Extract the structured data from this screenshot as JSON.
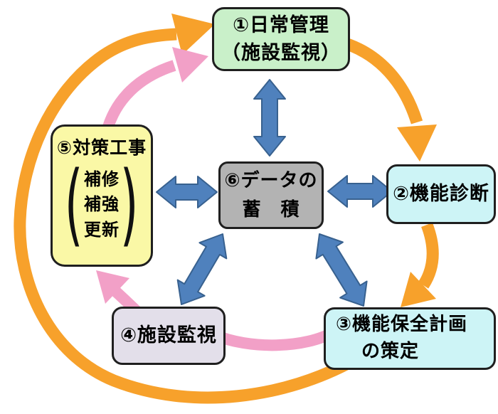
{
  "diagram": {
    "boxes": {
      "b1": {
        "line1": "①日常管理",
        "line2": "（施設監視）",
        "bg": "#c9f0c9"
      },
      "b2": {
        "line1": "②機能診断",
        "bg": "#cdf4f6"
      },
      "b3": {
        "line1": "③機能保全計画",
        "line2": "の策定",
        "bg": "#cdf4f6"
      },
      "b4": {
        "line1": "④施設監視",
        "bg": "#e3dfea"
      },
      "b5": {
        "title": "⑤対策工事",
        "paren_open": "(",
        "items": [
          "補修",
          "補強",
          "更新"
        ],
        "paren_close": ")",
        "bg": "#faf8a6"
      },
      "b6": {
        "line1": "⑥データの",
        "line2": "蓄　積",
        "bg": "#b3b3b3"
      }
    },
    "colors": {
      "outer_cycle": "#f7a12b",
      "inner_cycle": "#f2a0c7",
      "link_arrow_fill": "#4f81bd",
      "link_arrow_stroke": "#38618f",
      "box_border": "#1f1f1f",
      "text": "#000000",
      "background": "#ffffff"
    }
  }
}
